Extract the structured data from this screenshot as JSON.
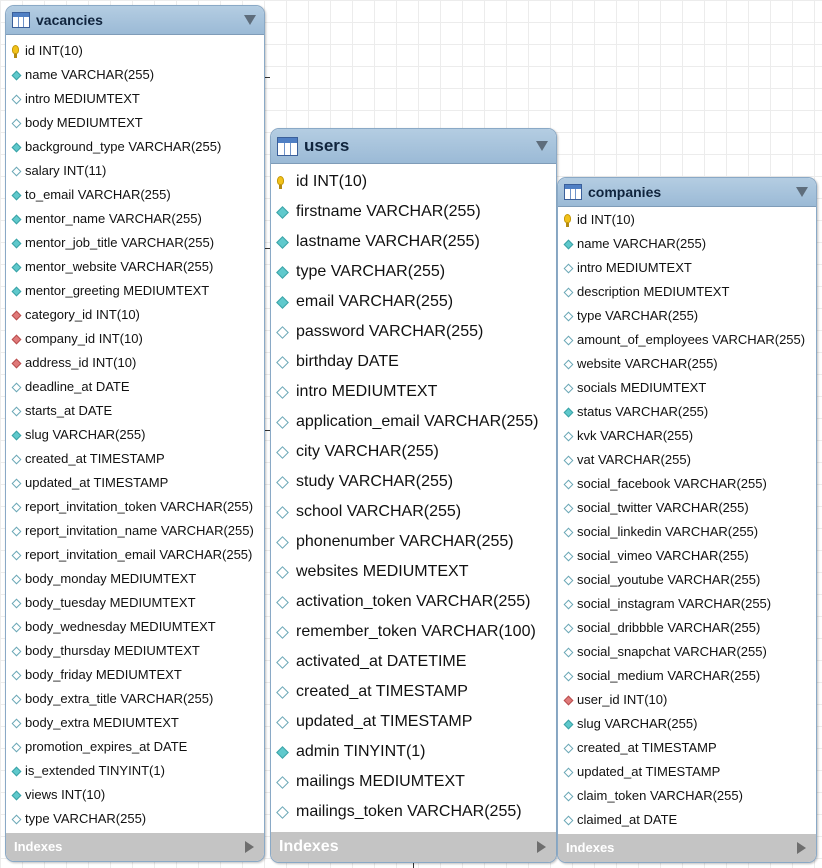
{
  "tables": [
    {
      "id": "vacancies",
      "title": "vacancies",
      "footer": "Indexes",
      "columns": [
        {
          "key": "pk",
          "text": "id INT(10)"
        },
        {
          "key": "filled",
          "text": "name VARCHAR(255)"
        },
        {
          "key": "empty",
          "text": "intro MEDIUMTEXT"
        },
        {
          "key": "empty",
          "text": "body MEDIUMTEXT"
        },
        {
          "key": "filled",
          "text": "background_type VARCHAR(255)"
        },
        {
          "key": "empty",
          "text": "salary INT(11)"
        },
        {
          "key": "filled",
          "text": "to_email VARCHAR(255)"
        },
        {
          "key": "filled",
          "text": "mentor_name VARCHAR(255)"
        },
        {
          "key": "filled",
          "text": "mentor_job_title VARCHAR(255)"
        },
        {
          "key": "filled",
          "text": "mentor_website VARCHAR(255)"
        },
        {
          "key": "filled",
          "text": "mentor_greeting MEDIUMTEXT"
        },
        {
          "key": "fk",
          "text": "category_id INT(10)"
        },
        {
          "key": "fk",
          "text": "company_id INT(10)"
        },
        {
          "key": "fk",
          "text": "address_id INT(10)"
        },
        {
          "key": "empty",
          "text": "deadline_at DATE"
        },
        {
          "key": "empty",
          "text": "starts_at DATE"
        },
        {
          "key": "filled",
          "text": "slug VARCHAR(255)"
        },
        {
          "key": "empty",
          "text": "created_at TIMESTAMP"
        },
        {
          "key": "empty",
          "text": "updated_at TIMESTAMP"
        },
        {
          "key": "empty",
          "text": "report_invitation_token VARCHAR(255)"
        },
        {
          "key": "empty",
          "text": "report_invitation_name VARCHAR(255)"
        },
        {
          "key": "empty",
          "text": "report_invitation_email VARCHAR(255)"
        },
        {
          "key": "empty",
          "text": "body_monday MEDIUMTEXT"
        },
        {
          "key": "empty",
          "text": "body_tuesday MEDIUMTEXT"
        },
        {
          "key": "empty",
          "text": "body_wednesday MEDIUMTEXT"
        },
        {
          "key": "empty",
          "text": "body_thursday MEDIUMTEXT"
        },
        {
          "key": "empty",
          "text": "body_friday MEDIUMTEXT"
        },
        {
          "key": "empty",
          "text": "body_extra_title VARCHAR(255)"
        },
        {
          "key": "empty",
          "text": "body_extra MEDIUMTEXT"
        },
        {
          "key": "empty",
          "text": "promotion_expires_at DATE"
        },
        {
          "key": "filled",
          "text": "is_extended TINYINT(1)"
        },
        {
          "key": "filled",
          "text": "views INT(10)"
        },
        {
          "key": "empty",
          "text": "type VARCHAR(255)"
        }
      ]
    },
    {
      "id": "users",
      "title": "users",
      "footer": "Indexes",
      "columns": [
        {
          "key": "pk",
          "text": "id INT(10)"
        },
        {
          "key": "filled",
          "text": "firstname VARCHAR(255)"
        },
        {
          "key": "filled",
          "text": "lastname VARCHAR(255)"
        },
        {
          "key": "filled",
          "text": "type VARCHAR(255)"
        },
        {
          "key": "filled",
          "text": "email VARCHAR(255)"
        },
        {
          "key": "empty",
          "text": "password VARCHAR(255)"
        },
        {
          "key": "empty",
          "text": "birthday DATE"
        },
        {
          "key": "empty",
          "text": "intro MEDIUMTEXT"
        },
        {
          "key": "empty",
          "text": "application_email VARCHAR(255)"
        },
        {
          "key": "empty",
          "text": "city VARCHAR(255)"
        },
        {
          "key": "empty",
          "text": "study VARCHAR(255)"
        },
        {
          "key": "empty",
          "text": "school VARCHAR(255)"
        },
        {
          "key": "empty",
          "text": "phonenumber VARCHAR(255)"
        },
        {
          "key": "empty",
          "text": "websites MEDIUMTEXT"
        },
        {
          "key": "empty",
          "text": "activation_token VARCHAR(255)"
        },
        {
          "key": "empty",
          "text": "remember_token VARCHAR(100)"
        },
        {
          "key": "empty",
          "text": "activated_at DATETIME"
        },
        {
          "key": "empty",
          "text": "created_at TIMESTAMP"
        },
        {
          "key": "empty",
          "text": "updated_at TIMESTAMP"
        },
        {
          "key": "filled",
          "text": "admin TINYINT(1)"
        },
        {
          "key": "empty",
          "text": "mailings MEDIUMTEXT"
        },
        {
          "key": "empty",
          "text": "mailings_token VARCHAR(255)"
        }
      ]
    },
    {
      "id": "companies",
      "title": "companies",
      "footer": "Indexes",
      "columns": [
        {
          "key": "pk",
          "text": "id INT(10)"
        },
        {
          "key": "filled",
          "text": "name VARCHAR(255)"
        },
        {
          "key": "empty",
          "text": "intro MEDIUMTEXT"
        },
        {
          "key": "empty",
          "text": "description MEDIUMTEXT"
        },
        {
          "key": "empty",
          "text": "type VARCHAR(255)"
        },
        {
          "key": "empty",
          "text": "amount_of_employees VARCHAR(255)"
        },
        {
          "key": "empty",
          "text": "website VARCHAR(255)"
        },
        {
          "key": "empty",
          "text": "socials MEDIUMTEXT"
        },
        {
          "key": "filled",
          "text": "status VARCHAR(255)"
        },
        {
          "key": "empty",
          "text": "kvk VARCHAR(255)"
        },
        {
          "key": "empty",
          "text": "vat VARCHAR(255)"
        },
        {
          "key": "empty",
          "text": "social_facebook VARCHAR(255)"
        },
        {
          "key": "empty",
          "text": "social_twitter VARCHAR(255)"
        },
        {
          "key": "empty",
          "text": "social_linkedin VARCHAR(255)"
        },
        {
          "key": "empty",
          "text": "social_vimeo VARCHAR(255)"
        },
        {
          "key": "empty",
          "text": "social_youtube VARCHAR(255)"
        },
        {
          "key": "empty",
          "text": "social_instagram VARCHAR(255)"
        },
        {
          "key": "empty",
          "text": "social_dribbble VARCHAR(255)"
        },
        {
          "key": "empty",
          "text": "social_snapchat VARCHAR(255)"
        },
        {
          "key": "empty",
          "text": "social_medium VARCHAR(255)"
        },
        {
          "key": "fk",
          "text": "user_id INT(10)"
        },
        {
          "key": "filled",
          "text": "slug VARCHAR(255)"
        },
        {
          "key": "empty",
          "text": "created_at TIMESTAMP"
        },
        {
          "key": "empty",
          "text": "updated_at TIMESTAMP"
        },
        {
          "key": "empty",
          "text": "claim_token VARCHAR(255)"
        },
        {
          "key": "empty",
          "text": "claimed_at DATE"
        }
      ]
    }
  ]
}
